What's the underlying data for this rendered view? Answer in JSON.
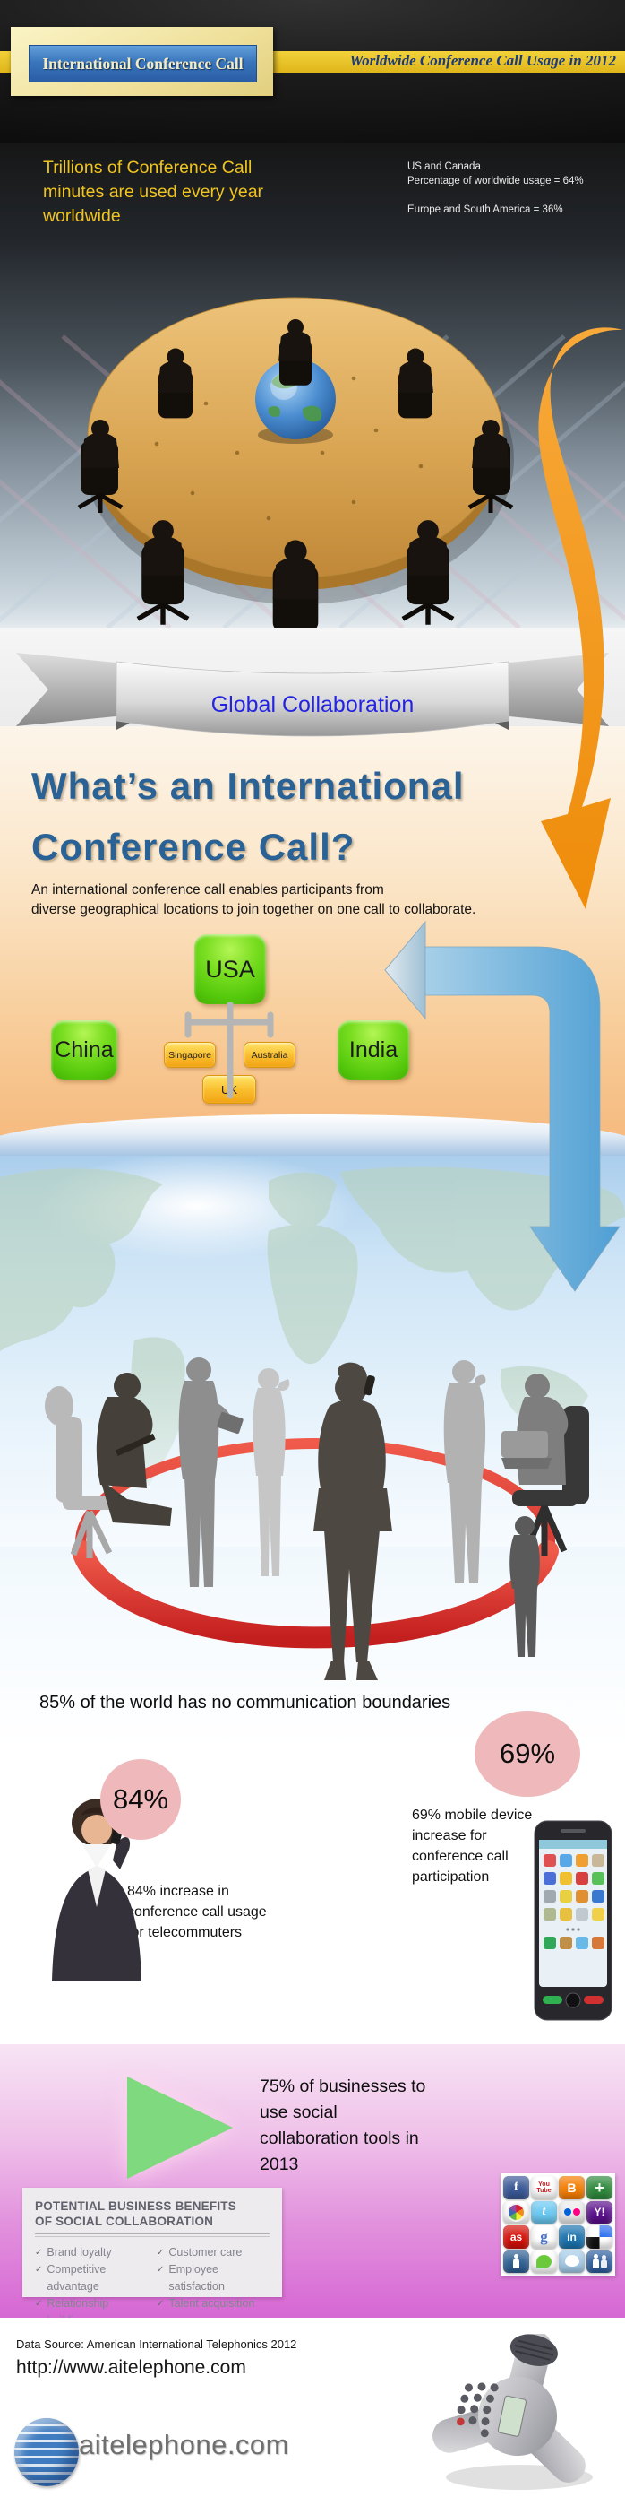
{
  "header": {
    "badge_label": "International Conference Call",
    "tagline": "Worldwide Conference Call Usage in 2012"
  },
  "hero": {
    "headline": "Trillions of Conference Call\nminutes are used every year\nworldwide",
    "stats": "US and Canada\nPercentage of worldwide usage = 64%\n\nEurope and South America = 36%"
  },
  "ribbon": {
    "label": "Global Collaboration"
  },
  "what_section": {
    "title": "What’s an International\nConference Call?",
    "description": "An international conference call enables participants from\ndiverse geographical locations to join together on one call to collaborate.",
    "hub_country": "USA",
    "left_country": "China",
    "right_country": "India",
    "spoke_countries": [
      "Singapore",
      "Australia",
      "UK"
    ]
  },
  "map_section": {
    "caption": "85% of the world has no communication boundaries"
  },
  "stats_section": {
    "telecommuter": {
      "value": "84%",
      "text": "84% increase in\nconference call usage\nfor telecommuters"
    },
    "mobile": {
      "value": "69%",
      "text": "69% mobile device\nincrease for\nconference call\nparticipation"
    }
  },
  "social_section": {
    "headline": "75% of businesses to\nuse social\ncollaboration tools in\n2013",
    "benefits": {
      "title": "POTENTIAL BUSINESS BENEFITS\nOF SOCIAL COLLABORATION",
      "check": "✓",
      "left_items": [
        "Brand loyalty",
        "Competitive advantage",
        "Relationship building"
      ],
      "right_items": [
        "Customer care",
        "Employee satisfaction",
        "Talent acquisition"
      ]
    },
    "icons": [
      {
        "name": "facebook",
        "glyph": "f",
        "bg": "#3b5998",
        "fg": "#ffffff"
      },
      {
        "name": "youtube",
        "glyph": "You\nTube",
        "bg": "#ffffff",
        "fg": "#cc181e"
      },
      {
        "name": "blogger",
        "glyph": "B",
        "bg": "#f57d00",
        "fg": "#ffffff"
      },
      {
        "name": "google-plus",
        "glyph": "+",
        "bg": "#2f8a3d",
        "fg": "#ffffff"
      },
      {
        "name": "picasa",
        "glyph": "",
        "bg": "#ffffff",
        "fg": "#444444"
      },
      {
        "name": "twitter",
        "glyph": "t",
        "bg": "#69c8f2",
        "fg": "#ffffff"
      },
      {
        "name": "flickr",
        "glyph": "",
        "bg": "#ececec",
        "fg": "#333333"
      },
      {
        "name": "yahoo",
        "glyph": "Y!",
        "bg": "#5a0f8b",
        "fg": "#ffffff"
      },
      {
        "name": "lastfm",
        "glyph": "as",
        "bg": "#d51007",
        "fg": "#ffffff"
      },
      {
        "name": "google",
        "glyph": "g",
        "bg": "#ffffff",
        "fg": "#4a74c8"
      },
      {
        "name": "linkedin",
        "glyph": "in",
        "bg": "#1c74b0",
        "fg": "#ffffff"
      },
      {
        "name": "delicious",
        "glyph": "",
        "bg": "#ffffff",
        "fg": "#333333"
      },
      {
        "name": "digg",
        "glyph": "",
        "bg": "#2e5f93",
        "fg": "#ffffff"
      },
      {
        "name": "technorati",
        "glyph": "",
        "bg": "#ffffff",
        "fg": "#6dc93c"
      },
      {
        "name": "reddit",
        "glyph": "",
        "bg": "#a4cbe8",
        "fg": "#ffffff"
      },
      {
        "name": "myspace",
        "glyph": "",
        "bg": "#2e5f9e",
        "fg": "#ffffff"
      }
    ]
  },
  "footer": {
    "data_source": "Data Source:  American International Telephonics 2012",
    "url": "http://www.aitelephone.com",
    "logo_text": "aitelephone.com"
  },
  "colors": {
    "stripe_yellow": "#e8c227",
    "header_tagline_blue": "#1c3a7c",
    "headline_yellow": "#f0c41e",
    "ribbon_text_blue": "#2424e0",
    "title_blue": "#2a6295",
    "arrow_orange": "#f39416",
    "arrow_blue": "#56a8d8",
    "hub_green": "#5ecb10",
    "spoke_orange": "#f6b01e",
    "ring_red": "#da2828",
    "stat_pink": "#efb9bb",
    "triangle_green": "#7fd97f",
    "section_pink": "#d565d3"
  }
}
